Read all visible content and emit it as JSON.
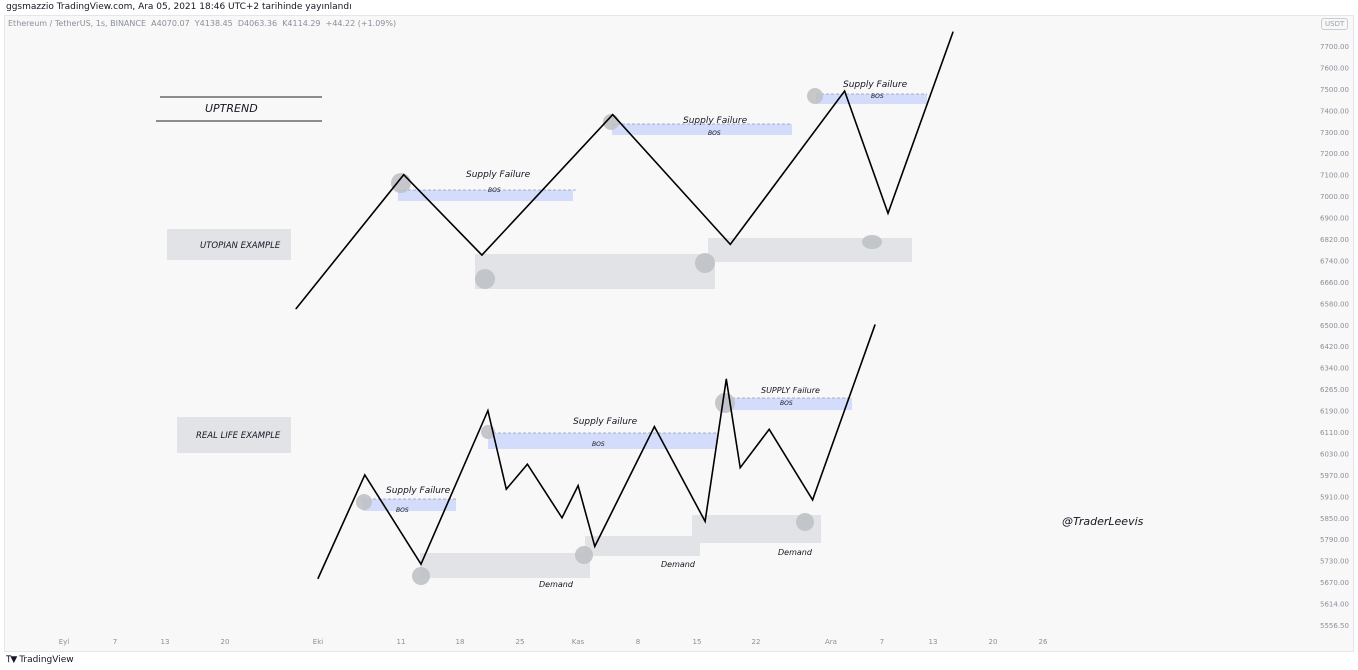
{
  "header": {
    "published": "ggsmazzio TradingView.com, Ara 05, 2021 18:46 UTC+2 tarihinde yayınlandı"
  },
  "symbol_bar": {
    "symbol": "Ethereum / TetherUS, 1s, BINANCE",
    "open": "A4070.07",
    "high": "Y4138.45",
    "low": "D4063.36",
    "close": "K4114.29",
    "change": "+44.22 (+1.09%)"
  },
  "currency_badge": "USDT",
  "footer": {
    "brand": "TradingView"
  },
  "colors": {
    "background": "#f8f8f8",
    "zone_gray": "#e1e3e6",
    "zone_blue": "#d3dcfb",
    "swing_circle": "#bfc1c5",
    "price_line": "#000000"
  },
  "annotations": {
    "uptrend_title": "UPTREND",
    "utopian_label": "UTOPIAN EXAMPLE",
    "reallife_label": "REAL LIFE EXAMPLE",
    "supply_failure": "Supply Failure",
    "supply_failure_caps": "SUPPLY Failure",
    "bos": "BOS",
    "demand": "Demand",
    "author": "@TraderLeevis"
  },
  "chart_data": {
    "type": "line",
    "y_ticks": [
      "7700.00",
      "7600.00",
      "7500.00",
      "7400.00",
      "7300.00",
      "7200.00",
      "7100.00",
      "7000.00",
      "6900.00",
      "6820.00",
      "6740.00",
      "6660.00",
      "6580.00",
      "6500.00",
      "6420.00",
      "6340.00",
      "6265.00",
      "6190.00",
      "6110.00",
      "6030.00",
      "5970.00",
      "5910.00",
      "5850.00",
      "5790.00",
      "5730.00",
      "5670.00",
      "5614.00",
      "5556.50"
    ],
    "x_ticks": [
      "Eyl",
      "7",
      "13",
      "20",
      "Eki",
      "11",
      "18",
      "25",
      "Kas",
      "8",
      "15",
      "22",
      "Ara",
      "7",
      "13",
      "20",
      "26"
    ],
    "series": [
      {
        "x_fraction": [
          0.0,
          0.164,
          0.283,
          0.482,
          0.661,
          0.835,
          0.901,
          1.0
        ],
        "y": [
          6560,
          7100,
          6760,
          7380,
          6800,
          7490,
          6920,
          7730
        ]
      },
      {
        "x_fraction": [
          0.0,
          0.084,
          0.185,
          0.305,
          0.338,
          0.376,
          0.438,
          0.467,
          0.497,
          0.604,
          0.695,
          0.733,
          0.758,
          0.81,
          0.888,
          1.0
        ],
        "y": [
          5680,
          5970,
          5720,
          6190,
          5930,
          6000,
          5850,
          5940,
          5770,
          6130,
          5840,
          6300,
          5990,
          6120,
          5900,
          6500
        ]
      }
    ]
  }
}
